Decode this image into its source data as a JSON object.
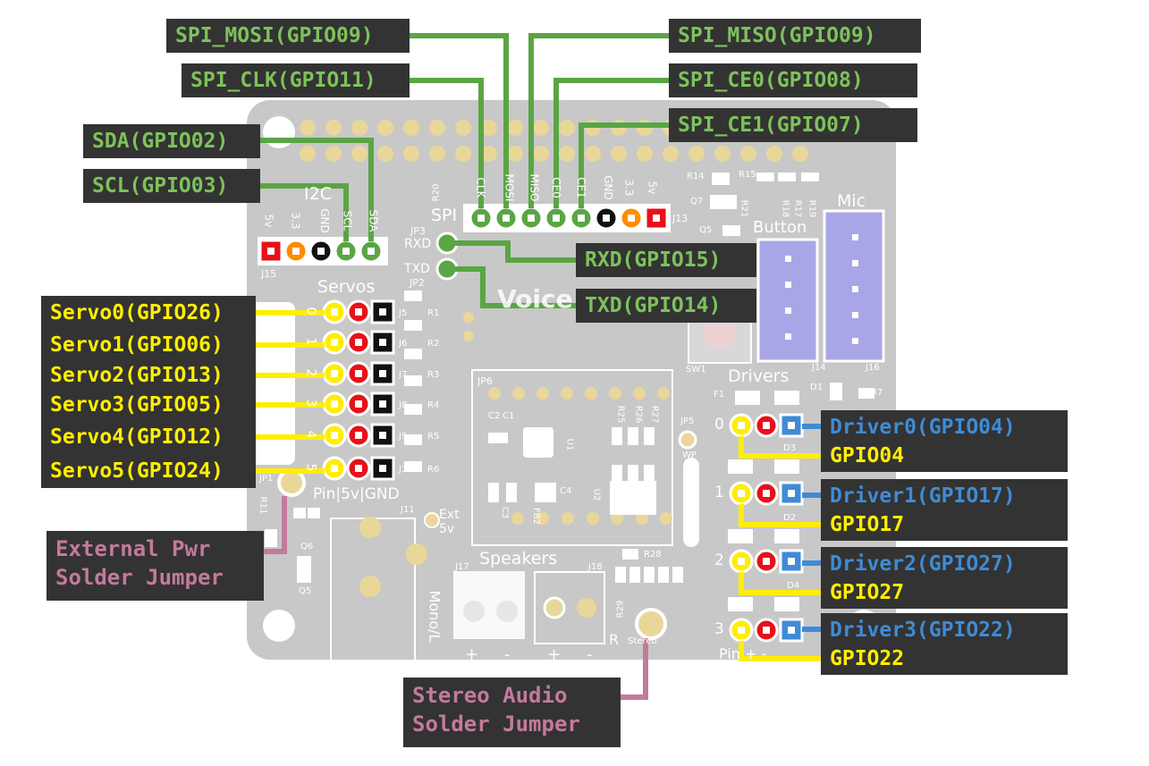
{
  "board": {
    "i2c_header": {
      "title": "I2C",
      "pins": [
        "5v",
        "3.3",
        "GND",
        "SCL",
        "SDA"
      ],
      "ref": "J15"
    },
    "spi_header": {
      "title": "SPI",
      "pins": [
        "CLK",
        "MOSI",
        "MISO",
        "CE0",
        "CE1",
        "GND",
        "3.3",
        "5v"
      ],
      "ref": "J13",
      "r20": "R20"
    },
    "uart": {
      "jp": "JP3",
      "rxd": "RXD",
      "txd": "TXD"
    },
    "servos_title": "Servos",
    "servo_footer": "Pin|5v|GND",
    "servo_nums": [
      "0",
      "1",
      "2",
      "3",
      "4",
      "5"
    ],
    "servo_j_refs": [
      "J5",
      "J6",
      "J7",
      "J8",
      "J9",
      "J10"
    ],
    "servo_r_refs": [
      "R1",
      "R2",
      "R3",
      "R4",
      "R5",
      "R6"
    ],
    "jp2": "JP2",
    "voice_text": "Voice",
    "jp6": "JP6",
    "chip_refs": [
      "C2",
      "C1",
      "U1",
      "C3",
      "FB2",
      "C4",
      "U2",
      "R25",
      "R26",
      "R27"
    ],
    "button_label": "Button",
    "mic_label": "Mic",
    "sw1": "SW1",
    "j14": "J14",
    "j16": "J16",
    "top_refs": [
      "R14",
      "R15",
      "Q7",
      "R21",
      "R18",
      "R17",
      "R19",
      "Q5"
    ],
    "drivers_title": "Drivers",
    "driver_nums": [
      "0",
      "1",
      "2",
      "3"
    ],
    "driver_footer": "Pin + -",
    "driver_refs": [
      "F1",
      "D1",
      "R7",
      "D3",
      "D2",
      "D4"
    ],
    "jp5": "JP5",
    "wp": "WP",
    "ext_label": "Ext",
    "ext_5v": "5v",
    "j11": "J11",
    "speakers_title": "Speakers",
    "j17": "J17",
    "j18": "J18",
    "r28": "R28",
    "r29": "R29",
    "mono_l": "Mono/L",
    "r_side": "R",
    "speaker_signs": [
      "+",
      "-",
      "+",
      "-"
    ],
    "stereo": "Stereo",
    "misc_refs": [
      "R11",
      "Q6",
      "Q5",
      "JP1"
    ]
  },
  "labels": {
    "spi_mosi": "SPI_MOSI(GPIO09)",
    "spi_clk": "SPI_CLK(GPIO11)",
    "spi_miso": "SPI_MISO(GPIO09)",
    "spi_ce0": "SPI_CE0(GPIO08)",
    "spi_ce1": "SPI_CE1(GPIO07)",
    "sda": "SDA(GPIO02)",
    "scl": "SCL(GPIO03)",
    "rxd": "RXD(GPIO15)",
    "txd": "TXD(GPIO14)",
    "servos": [
      "Servo0(GPIO26)",
      "Servo1(GPIO06)",
      "Servo2(GPIO13)",
      "Servo3(GPIO05)",
      "Servo4(GPIO12)",
      "Servo5(GPIO24)"
    ],
    "drivers": [
      "Driver0(GPIO04)",
      "Driver1(GPIO17)",
      "Driver2(GPIO27)",
      "Driver3(GPIO22)"
    ],
    "driver_pins": [
      "GPIO04",
      "GPIO17",
      "GPIO27",
      "GPIO22"
    ],
    "ext_pwr": [
      "External Pwr",
      "Solder Jumper"
    ],
    "stereo_audio": [
      "Stereo Audio",
      "Solder Jumper"
    ]
  },
  "colors": {
    "board": "#c8c8c8",
    "silkscreen": "#ffffff",
    "label_bg": "#333333",
    "green": "#7dc25a",
    "yellow": "#ffee00",
    "blue": "#3f8bd6",
    "pink": "#c47a9c",
    "red_pin": "#e8101a",
    "orange_pin": "#ff8c00",
    "black_pin": "#111111",
    "lavender": "#a9a6e8"
  }
}
